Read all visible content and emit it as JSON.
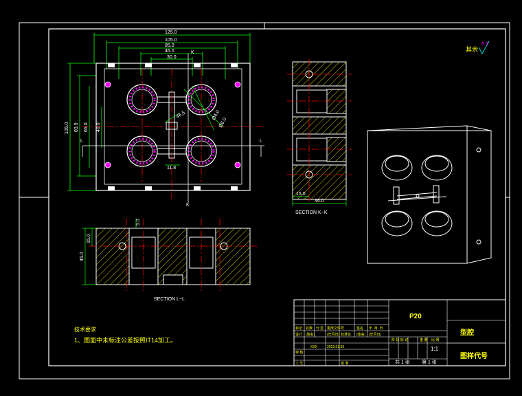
{
  "drawing": {
    "dims_top": [
      "125.0",
      "105.0",
      "85.0",
      "46.0",
      "30.0"
    ],
    "dims_left": [
      "105.0",
      "83.9",
      "65.0",
      "40.0"
    ],
    "dims_misc": [
      "11.8",
      "46.5",
      "Ø4.0",
      "Ø6.0"
    ],
    "cut_marks": [
      "L",
      "L",
      "K",
      "K"
    ],
    "section_kk": {
      "label": "SECTION K−K",
      "dim_a": "15.0",
      "dim_b": "46.0"
    },
    "section_ll": {
      "label": "SECTION L−L",
      "dim_top": "5.0",
      "dim_a": "15.0",
      "dim_b": "45.0"
    },
    "roughness": {
      "label": "其余",
      "value": "6.3"
    }
  },
  "notes": {
    "title": "技术要求",
    "line1": "1、图面中未标注公差按照IT14加工。"
  },
  "title_block": {
    "material": "P20",
    "part_name": "型腔",
    "drawing_code": "图样代号",
    "scale": "1:1",
    "sheets_total": "共 1 张",
    "sheet_no": "第 1 张",
    "header_cells": [
      "标记",
      "处数",
      "分 区",
      "更改文件号",
      "签名",
      "年. 月. 日"
    ],
    "row_cells": [
      "设计",
      "(签名)",
      "(年月日)",
      "标准化",
      "(签名)",
      "(年月日)"
    ],
    "stage_header": [
      "阶 段 标 记",
      "重 量",
      "比 例"
    ],
    "designer": "XXX",
    "date": "2019.01.03",
    "row_labels": [
      "审 核",
      "工 艺"
    ],
    "approve": "批 准"
  }
}
